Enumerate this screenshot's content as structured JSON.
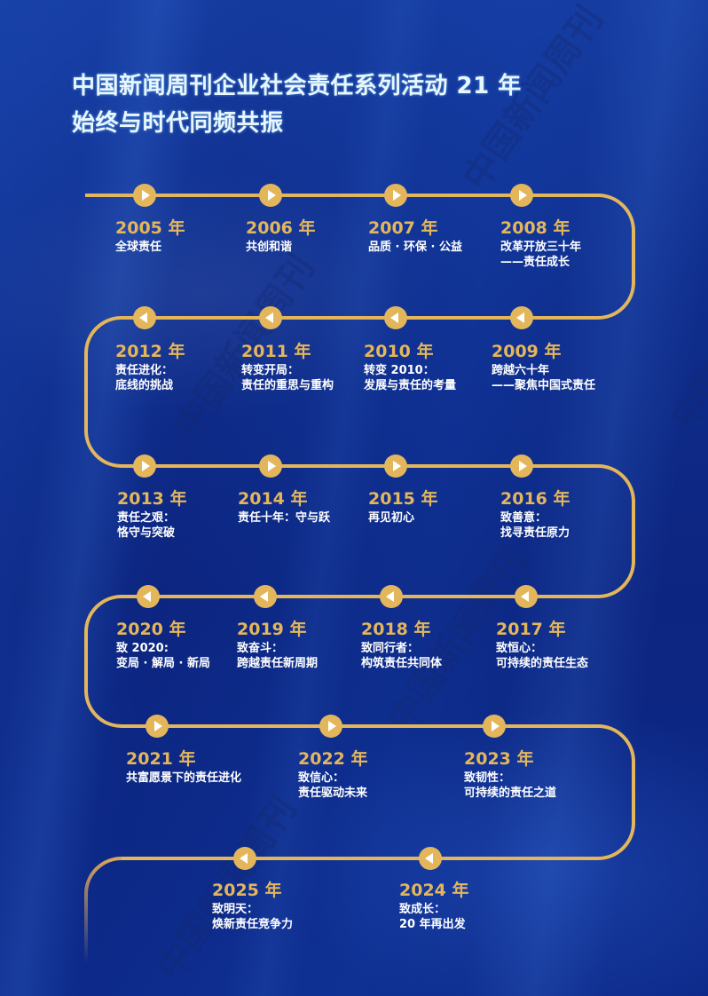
{
  "title": {
    "line1": "中国新闻周刊企业社会责任系列活动 21 年",
    "line2": "始终与时代同频共振"
  },
  "colors": {
    "background": "#0f2a8a",
    "accent_gold": "#e4b65c",
    "title_text": "#e8f6ff",
    "body_text": "#ffffff"
  },
  "watermark": "中国新闻周刊",
  "timeline": [
    {
      "year": "2005 年",
      "lines": [
        "全球责任"
      ]
    },
    {
      "year": "2006 年",
      "lines": [
        "共创和谐"
      ]
    },
    {
      "year": "2007 年",
      "lines": [
        "品质 · 环保 · 公益"
      ]
    },
    {
      "year": "2008 年",
      "lines": [
        "改革开放三十年",
        "——责任成长"
      ]
    },
    {
      "year": "2009 年",
      "lines": [
        "跨越六十年",
        "——聚焦中国式责任"
      ]
    },
    {
      "year": "2010 年",
      "lines": [
        "转变 2010：",
        "发展与责任的考量"
      ]
    },
    {
      "year": "2011 年",
      "lines": [
        "转变开局：",
        "责任的重思与重构"
      ]
    },
    {
      "year": "2012 年",
      "lines": [
        "责任进化：",
        "底线的挑战"
      ]
    },
    {
      "year": "2013 年",
      "lines": [
        "责任之艰：",
        "恪守与突破"
      ]
    },
    {
      "year": "2014 年",
      "lines": [
        "责任十年：守与跃"
      ]
    },
    {
      "year": "2015 年",
      "lines": [
        "再见初心"
      ]
    },
    {
      "year": "2016 年",
      "lines": [
        "致善意：",
        "找寻责任原力"
      ]
    },
    {
      "year": "2017 年",
      "lines": [
        "致恒心：",
        "可持续的责任生态"
      ]
    },
    {
      "year": "2018 年",
      "lines": [
        "致同行者：",
        "构筑责任共同体"
      ]
    },
    {
      "year": "2019 年",
      "lines": [
        "致奋斗：",
        "跨越责任新周期"
      ]
    },
    {
      "year": "2020 年",
      "lines": [
        "致 2020:",
        "变局 · 解局 · 新局"
      ]
    },
    {
      "year": "2021 年",
      "lines": [
        "共富愿景下的责任进化"
      ]
    },
    {
      "year": "2022 年",
      "lines": [
        "致信心：",
        "责任驱动未来"
      ]
    },
    {
      "year": "2023 年",
      "lines": [
        "致韧性：",
        "可持续的责任之道"
      ]
    },
    {
      "year": "2024 年",
      "lines": [
        "致成长：",
        "20 年再出发"
      ]
    },
    {
      "year": "2025 年",
      "lines": [
        "致明天：",
        "焕新责任竞争力"
      ]
    }
  ]
}
